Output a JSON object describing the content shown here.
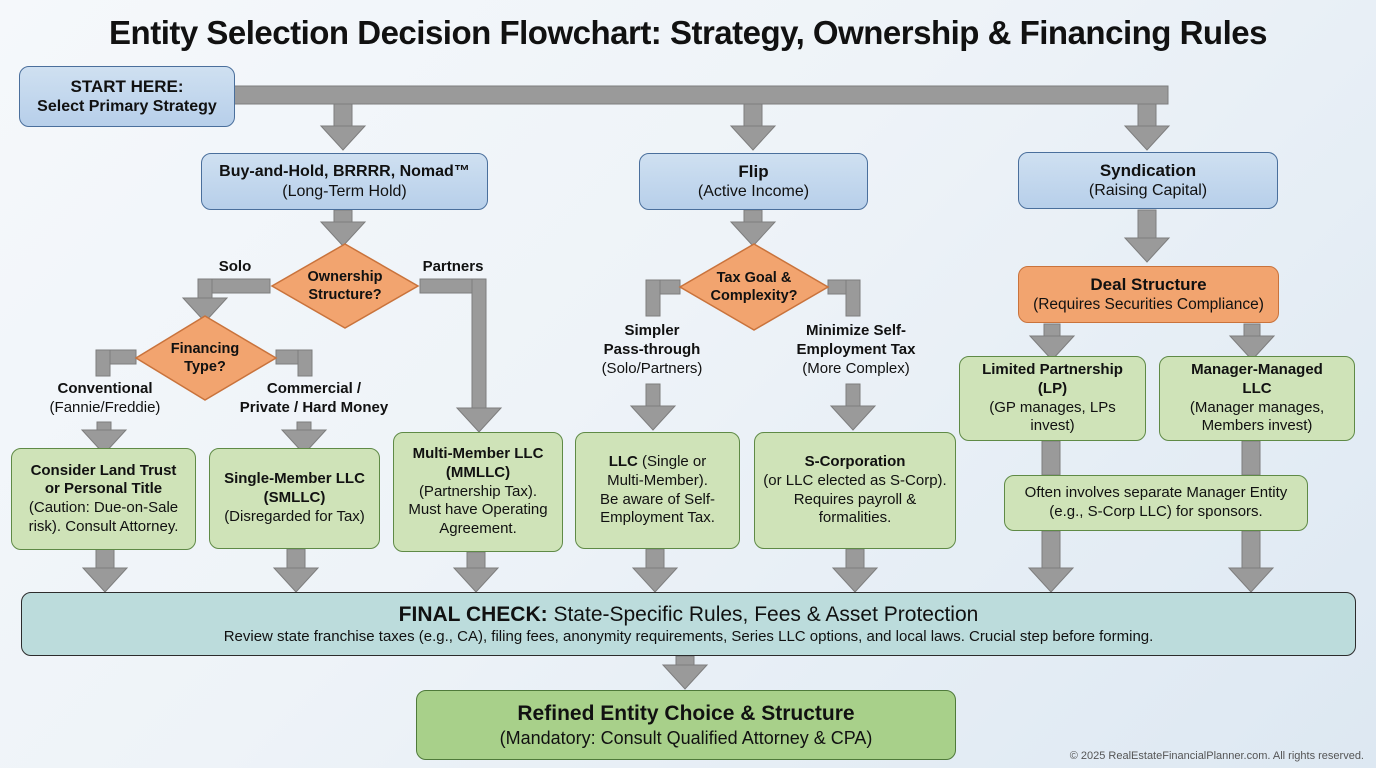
{
  "title": "Entity Selection Decision Flowchart: Strategy, Ownership & Financing Rules",
  "start": {
    "line1": "START HERE:",
    "line2": "Select Primary Strategy"
  },
  "strategies": {
    "buy_hold": {
      "title": "Buy-and-Hold, BRRRR, Nomad™",
      "subtitle": "(Long-Term Hold)"
    },
    "flip": {
      "title": "Flip",
      "subtitle": "(Active Income)"
    },
    "syndication": {
      "title": "Syndication",
      "subtitle": "(Raising Capital)"
    }
  },
  "decisions": {
    "ownership": {
      "line1": "Ownership",
      "line2": "Structure?"
    },
    "financing": {
      "line1": "Financing",
      "line2": "Type?"
    },
    "tax_goal": {
      "line1": "Tax Goal &",
      "line2": "Complexity?"
    }
  },
  "branch_labels": {
    "solo": "Solo",
    "partners": "Partners",
    "conventional": {
      "line1": "Conventional",
      "line2": "(Fannie/Freddie)"
    },
    "commercial": {
      "line1": "Commercial /",
      "line2": "Private / Hard Money"
    },
    "simpler": {
      "line1": "Simpler",
      "line2": "Pass-through",
      "line3": "(Solo/Partners)"
    },
    "minimize": {
      "line1": "Minimize Self-",
      "line2": "Employment Tax",
      "line3": "(More Complex)"
    }
  },
  "outcomes": {
    "land_trust": {
      "title1": "Consider Land Trust",
      "title2": "or Personal Title",
      "desc1": "(Caution: Due-on-Sale",
      "desc2": "risk). Consult Attorney."
    },
    "smllc": {
      "title1": "Single-Member LLC",
      "title2": "(SMLLC)",
      "desc1": "(Disregarded for Tax)"
    },
    "mmllc": {
      "title1": "Multi-Member LLC",
      "title2": "(MMLLC)",
      "desc1": "(Partnership Tax).",
      "desc2": "Must have Operating",
      "desc3": "Agreement."
    },
    "llc": {
      "title": "LLC",
      "desc1": " (Single or",
      "desc2": "Multi-Member).",
      "desc3": "Be aware of Self-",
      "desc4": "Employment Tax."
    },
    "scorp": {
      "title": "S-Corporation",
      "desc1": "(or LLC elected as S-Corp).",
      "desc2": "Requires payroll &",
      "desc3": "formalities."
    },
    "deal_structure": {
      "title": "Deal Structure",
      "subtitle": "(Requires Securities Compliance)"
    },
    "lp": {
      "title1": "Limited Partnership",
      "title2": "(LP)",
      "desc1": "(GP manages, LPs",
      "desc2": "invest)"
    },
    "mm_llc": {
      "title1": "Manager-Managed",
      "title2": "LLC",
      "desc1": "(Manager manages,",
      "desc2": "Members invest)"
    },
    "manager_entity": {
      "line1": "Often involves separate Manager Entity",
      "line2": "(e.g., S-Corp LLC) for sponsors."
    }
  },
  "final_check": {
    "bold": "FINAL CHECK:",
    "title": " State-Specific Rules, Fees & Asset Protection",
    "desc": "Review state franchise taxes (e.g., CA), filing fees, anonymity requirements, Series LLC options, and local laws. Crucial step before forming."
  },
  "result": {
    "title": "Refined Entity Choice & Structure",
    "subtitle": "(Mandatory: Consult Qualified Attorney & CPA)"
  },
  "copyright": "© 2025 RealEstateFinancialPlanner.com. All rights reserved.",
  "colors": {
    "arrow": "#9a9a9a",
    "blue_node": "#c3d8ee",
    "green_node": "#cfe3b8",
    "decision": "#f2a46f",
    "final_check": "#bcdcdc",
    "result": "#a8d08a"
  }
}
